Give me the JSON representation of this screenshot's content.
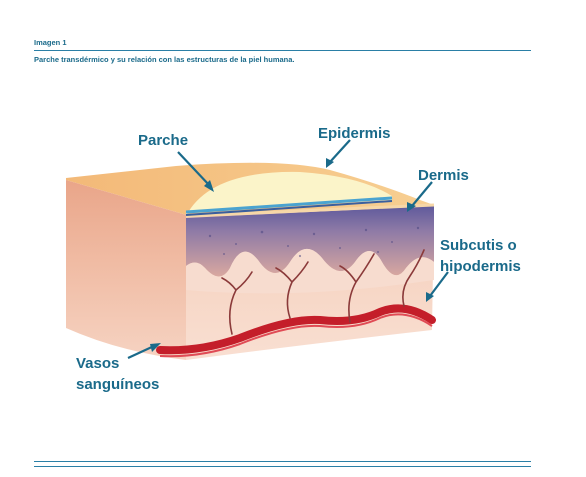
{
  "caption": {
    "label": "Imagen 1",
    "title": "Parche transdérmico y su relación con las estructuras de la piel humana."
  },
  "labels": {
    "parche": "Parche",
    "epidermis": "Epidermis",
    "dermis": "Dermis",
    "subcutis_1": "Subcutis o",
    "subcutis_2": "hipodermis",
    "vasos_1": "Vasos",
    "vasos_2": "sanguíneos"
  },
  "colors": {
    "accent": "#1a6a8a",
    "patch": "#fbf4c9",
    "dermis": "#8a7aa8",
    "subcutis": "#f2c6b4",
    "vessel": "#c41e2a"
  }
}
